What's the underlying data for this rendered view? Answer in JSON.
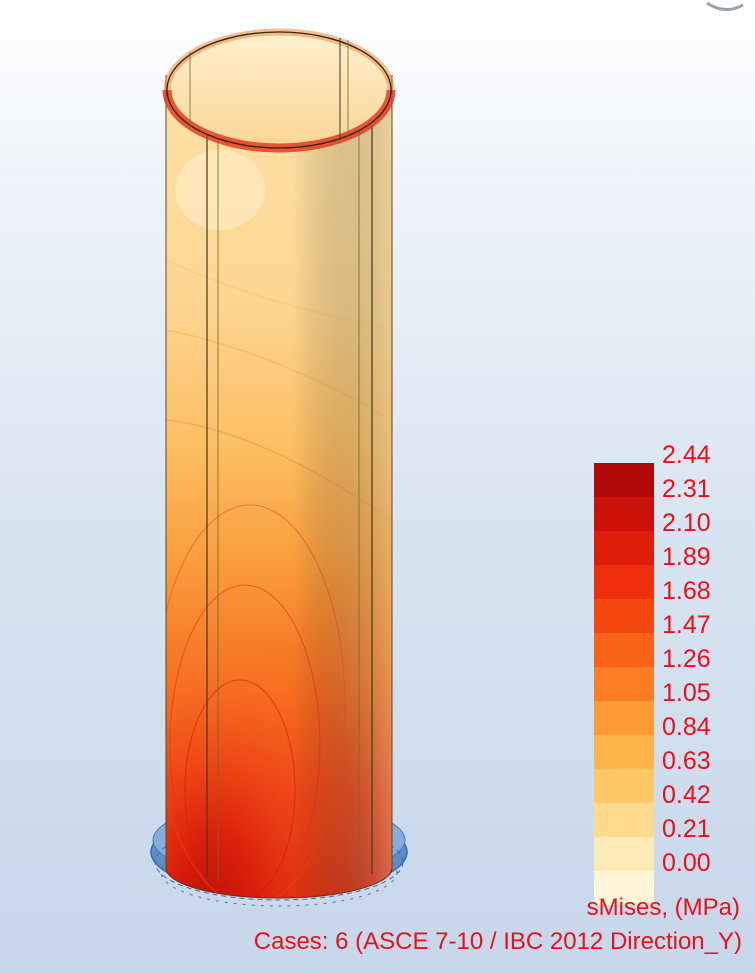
{
  "legend": {
    "title": "sMises, (MPa)",
    "case_label": "Cases: 6 (ASCE 7-10 / IBC 2012 Direction_Y)",
    "values": [
      "2.44",
      "2.31",
      "2.10",
      "1.89",
      "1.68",
      "1.47",
      "1.26",
      "1.05",
      "0.84",
      "0.63",
      "0.42",
      "0.21",
      "0.00"
    ],
    "colors": [
      "#b20a0a",
      "#cc1208",
      "#de1e08",
      "#ef2f0c",
      "#f4470f",
      "#f86219",
      "#fb7d25",
      "#fd9b34",
      "#fdb448",
      "#fdc865",
      "#fed98e",
      "#feebb5",
      "#fff6d8"
    ]
  },
  "model": {
    "shell_colors": {
      "top": "#fde2a8",
      "mid": "#fdc46a",
      "lower": "#f8822a",
      "bottom": "#d92010"
    },
    "support_color": "#6f9ad6",
    "edge_color": "#3c3c1e"
  }
}
